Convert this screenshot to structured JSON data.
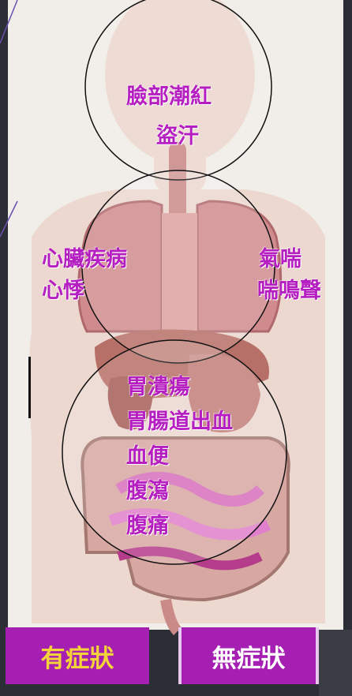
{
  "labels": {
    "face": [
      "臉部潮紅",
      "盜汗"
    ],
    "heart": [
      "心臟疾病",
      "心悸"
    ],
    "lungs": [
      "氣喘",
      "喘鳴聲"
    ],
    "gut": [
      "胃潰瘍",
      "胃腸道出血",
      "血便",
      "腹瀉",
      "腹痛"
    ]
  },
  "buttons": {
    "symptomatic": "有症狀",
    "asymptomatic": "無症狀"
  },
  "colors": {
    "label": "#b51ec0",
    "button_bg": "#a61fb3",
    "symptomatic_text": "#f4d23a",
    "asymptomatic_text": "#ffffff"
  }
}
